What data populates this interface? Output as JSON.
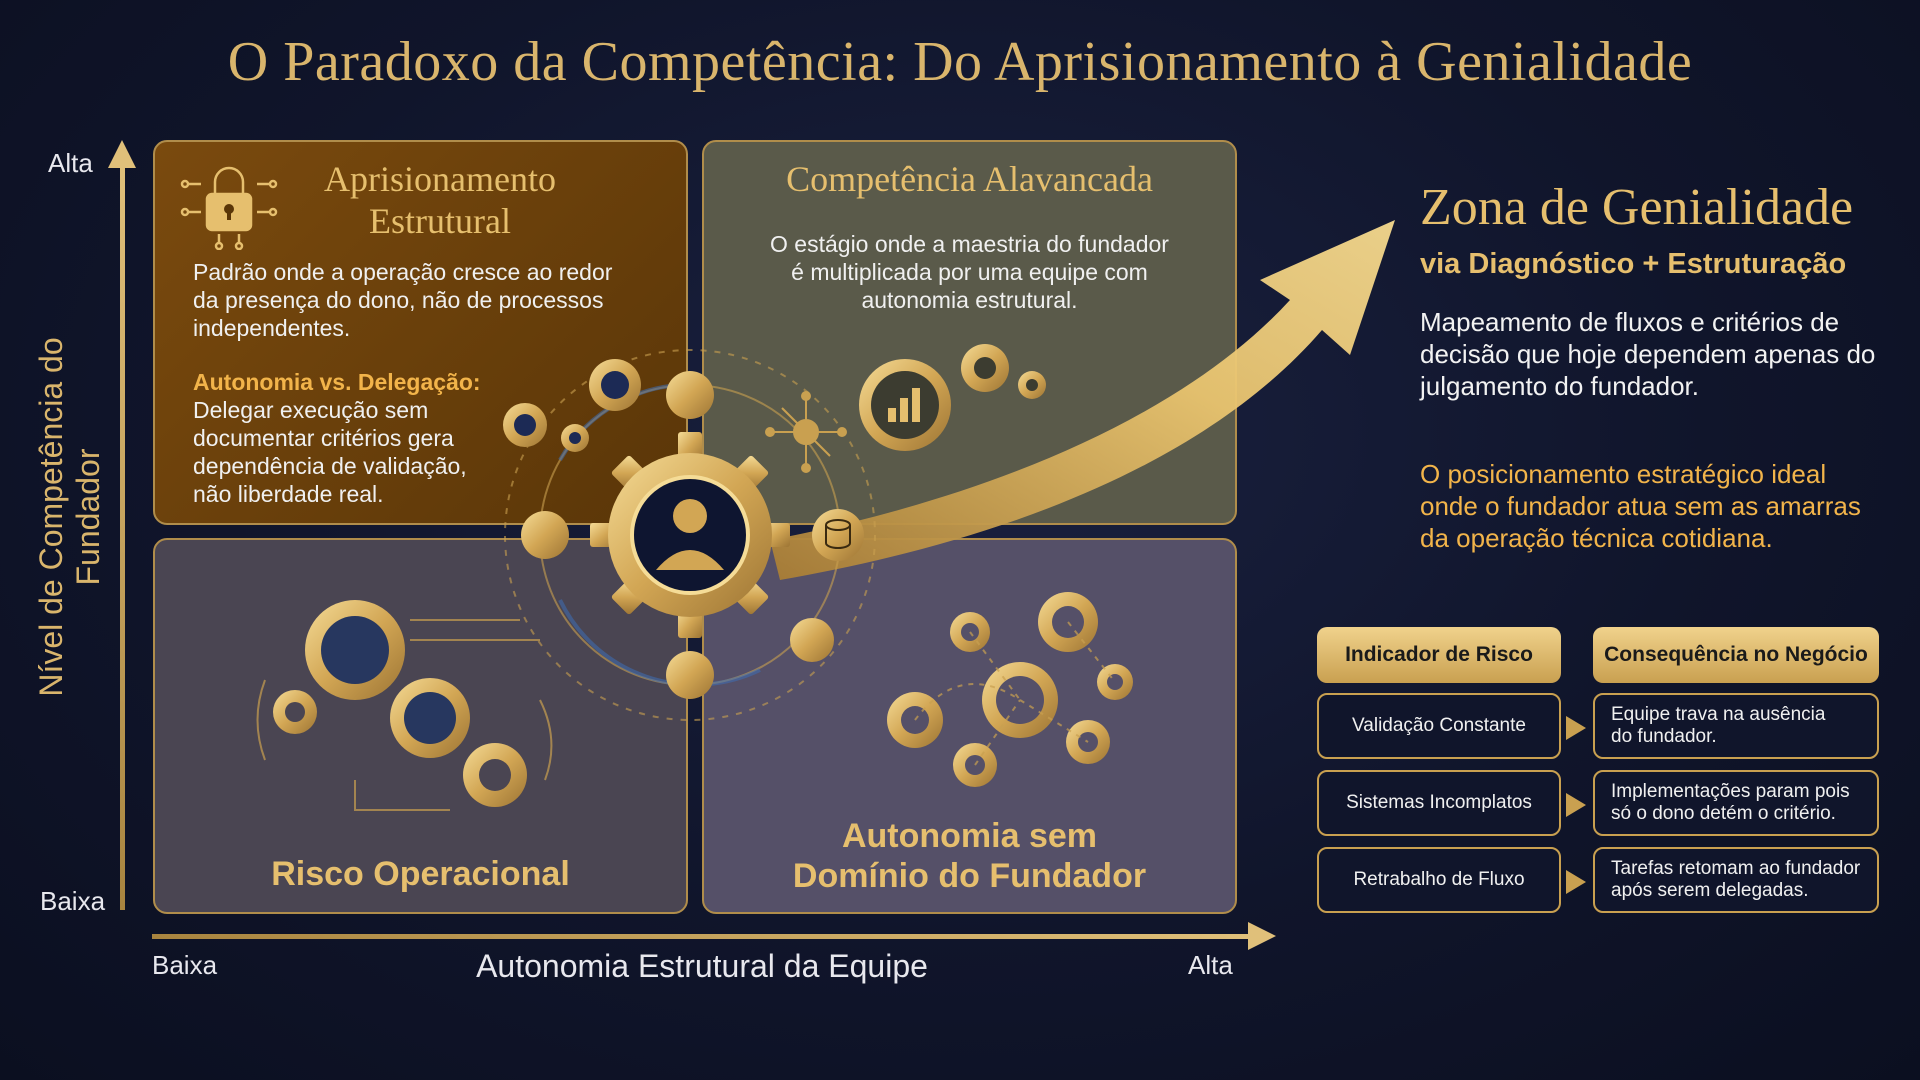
{
  "title": "O Paradoxo da Competência: Do Aprisionamento à Genialidade",
  "axes": {
    "y_label": "Nível de Competência do Fundador",
    "y_high": "Alta",
    "y_low": "Baixa",
    "x_label": "Autonomia Estrutural da Equipe",
    "x_low": "Baixa",
    "x_high": "Alta"
  },
  "quadrants": {
    "top_left": {
      "title_line1": "Aprisionamento",
      "title_line2": "Estrutural",
      "text_lines": [
        "Padrão onde a operação cresce ao redor",
        "da presença do dono, não de processos",
        "independentes."
      ],
      "bold": "Autonomia vs. Delegação:",
      "detail_lines": [
        "Delegar execução sem",
        "documentar critérios gera",
        "dependência de validação,",
        "não liberdade real."
      ]
    },
    "top_right": {
      "title": "Competência Alavancada",
      "text_lines": [
        "O estágio onde a maestria do fundador",
        "é multiplicada por uma equipe com",
        "autonomia estrutural."
      ]
    },
    "bottom_left": {
      "title": "Risco Operacional"
    },
    "bottom_right": {
      "title_line1": "Autonomia sem",
      "title_line2": "Domínio do Fundador"
    }
  },
  "zone": {
    "title": "Zona de Genialidade",
    "subtitle": "via Diagnóstico + Estruturação",
    "p1": "Mapeamento de fluxos e critérios de decisão que hoje dependem apenas do julgamento do fundador.",
    "p2": "O posicionamento estratégico ideal onde o fundador atua sem as amarras da operação técnica cotidiana."
  },
  "table": {
    "headers": [
      "Indicador de Risco",
      "Consequência no Negócio"
    ],
    "rows": [
      {
        "indicator": "Validação Constante",
        "consequence_line1": "Equipe trava na ausência",
        "consequence_line2": "do fundador."
      },
      {
        "indicator": "Sistemas Incomplatos",
        "consequence_line1": "Implementações param pois",
        "consequence_line2": "só o dono detém o critério."
      },
      {
        "indicator": "Retrabalho de Fluxo",
        "consequence_line1": "Tarefas retomam ao fundador",
        "consequence_line2": "após serem delegadas."
      }
    ]
  },
  "colors": {
    "gold": "#e6bf6e",
    "accent_orange": "#f2b44a",
    "background": "#10152b"
  },
  "icons": [
    "padlock-circuit-icon",
    "gear-icon",
    "founder-avatar-icon",
    "growth-arrow-icon",
    "database-icon",
    "chart-icon",
    "network-node-icon"
  ]
}
